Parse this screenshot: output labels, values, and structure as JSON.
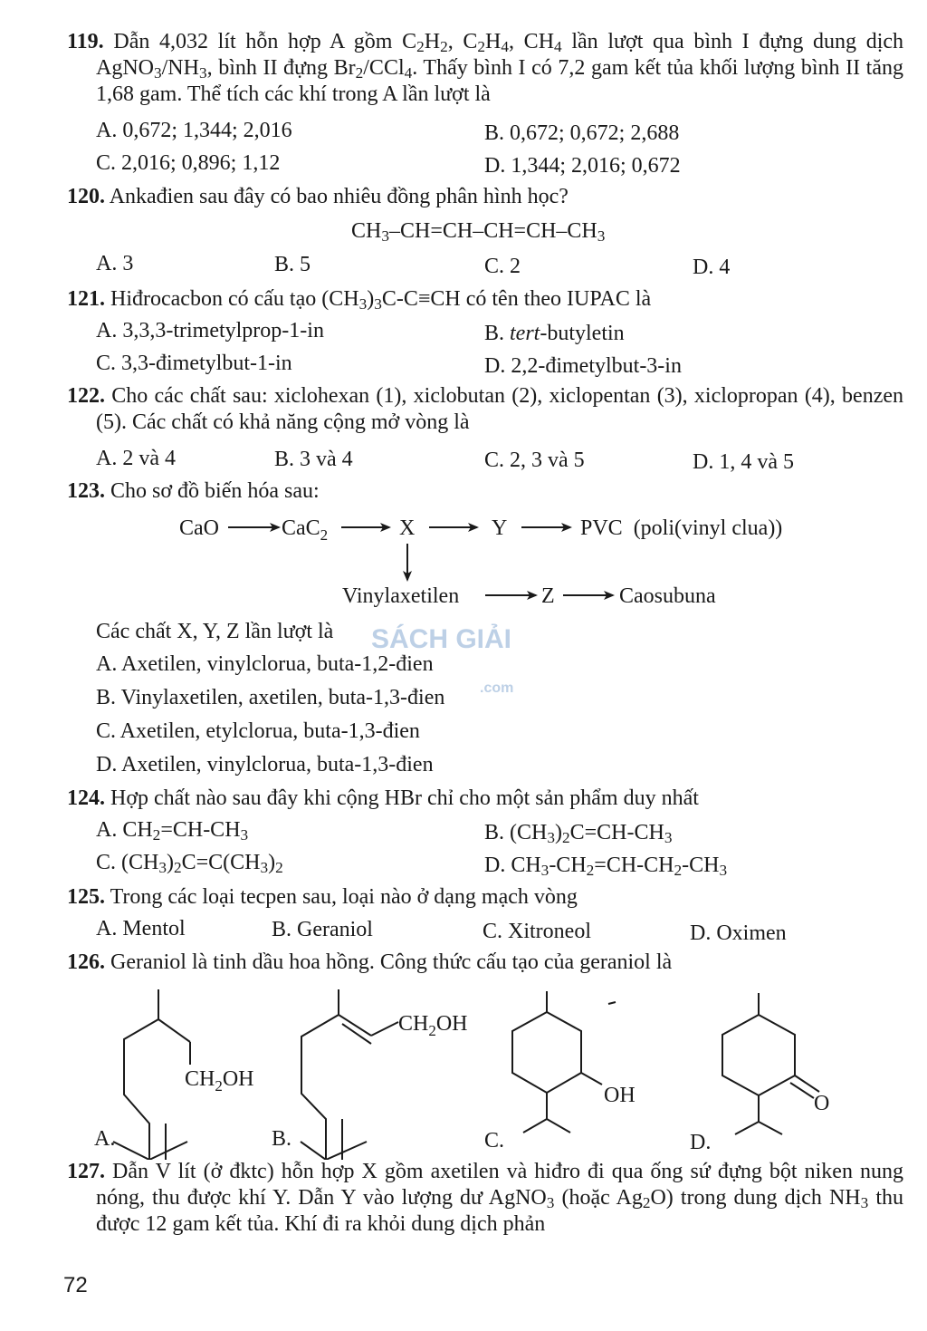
{
  "q119": {
    "num": "119.",
    "text_a": "Dẫn 4,032 lít hỗn hợp A gồm C",
    "sub1": "2",
    "t2": "H",
    "sub2": "2",
    "t3": ", C",
    "sub3": "2",
    "t4": "H",
    "sub4": "4",
    "t5": ", CH",
    "sub5": "4",
    "t6": " lần lượt qua bình I đựng dung dịch AgNO",
    "sub6": "3",
    "t7": "/NH",
    "sub7": "3",
    "t8": ", bình II đựng Br",
    "sub8": "2",
    "t9": "/CCl",
    "sub9": "4",
    "t10": ". Thấy bình I có 7,2 gam kết tủa khối lượng bình II tăng 1,68 gam. Thể tích các khí trong A lần lượt là",
    "A": "A. 0,672; 1,344; 2,016",
    "B": "B. 0,672; 0,672; 2,688",
    "C": "C. 2,016; 0,896; 1,12",
    "D": "D. 1,344; 2,016; 0,672"
  },
  "q120": {
    "num": "120.",
    "text": "Ankađien sau đây có bao nhiêu đồng phân hình học?",
    "f1": "CH",
    "s1": "3",
    "f2": "–CH=CH–CH=CH–CH",
    "s2": "3",
    "A": "A. 3",
    "B": "B. 5",
    "C": "C. 2",
    "D": "D. 4"
  },
  "q121": {
    "num": "121.",
    "t1": "Hiđrocacbon có cấu tạo (CH",
    "s1": "3",
    "t2": ")",
    "s2": "3",
    "t3": "C-C≡CH có tên theo IUPAC là",
    "A": "A. 3,3,3-trimetylprop-1-in",
    "B_pre": "B. ",
    "B_it": "tert",
    "B_post": "-butyletin",
    "C": "C. 3,3-đimetylbut-1-in",
    "D": "D. 2,2-đimetylbut-3-in"
  },
  "q122": {
    "num": "122.",
    "text": "Cho các chất sau: xiclohexan (1), xiclobutan (2), xiclopentan (3), xiclopropan (4), benzen (5). Các chất có khả năng cộng mở vòng là",
    "A": "A. 2 và 4",
    "B": "B. 3 và 4",
    "C": "C. 2, 3 và 5",
    "D": "D. 1, 4 và 5"
  },
  "q123": {
    "num": "123.",
    "text": "Cho sơ đồ biến hóa sau:",
    "scheme": {
      "cao": "CaO",
      "cac2": "CaC",
      "cac2_sub": "2",
      "x": "X",
      "y": "Y",
      "pvc": "PVC  (poli(vinyl clua))",
      "vinyl": "Vinylaxetilen",
      "z": "Z",
      "caosu": "Caosubuna"
    },
    "ask": "Các chất X, Y, Z lần lượt là",
    "A": "A. Axetilen, vinylclorua, buta-1,2-đien",
    "B": "B. Vinylaxetilen, axetilen, buta-1,3-đien",
    "C": "C. Axetilen, etylclorua, buta-1,3-đien",
    "D": "D. Axetilen, vinylclorua, buta-1,3-đien"
  },
  "q124": {
    "num": "124.",
    "text": "Hợp chất nào sau đây khi cộng HBr chỉ cho một sản phẩm duy nhất",
    "A1": "A. CH",
    "As1": "2",
    "A2": "=CH-CH",
    "As2": "3",
    "B1": "B. (CH",
    "Bs1": "3",
    "B2": ")",
    "Bs2": "2",
    "B3": "C=CH-CH",
    "Bs3": "3",
    "C1": "C. (CH",
    "Cs1": "3",
    "C2": ")",
    "Cs2": "2",
    "C3": "C=C(CH",
    "Cs3": "3",
    "C4": ")",
    "Cs4": "2",
    "D1": "D. CH",
    "Ds1": "3",
    "D2": "-CH",
    "Ds2": "2",
    "D3": "=CH-CH",
    "Ds3": "2",
    "D4": "-CH",
    "Ds4": "3"
  },
  "q125": {
    "num": "125.",
    "text": "Trong các loại tecpen sau, loại nào ở dạng mạch vòng",
    "A": "A. Mentol",
    "B": "B. Geraniol",
    "C": "C. Xitroneol",
    "D": "D. Oximen"
  },
  "q126": {
    "num": "126.",
    "text": "Geraniol là tinh dầu hoa hồng. Công thức cấu tạo của geraniol là",
    "ch2oh": "CH",
    "ch2oh_sub": "2",
    "ch2oh_end": "OH",
    "oh": "OH",
    "o": "O",
    "A": "A.",
    "B": "B.",
    "C": "C.",
    "D": "D."
  },
  "q127": {
    "num": "127.",
    "t1": "Dẫn V lít (ở đktc) hỗn hợp X gồm axetilen và hiđro đi qua ống sứ đựng bột niken nung nóng, thu được khí Y. Dẫn Y vào lượng dư AgNO",
    "s1": "3",
    "t2": " (hoặc Ag",
    "s2": "2",
    "t3": "O) trong dung dịch NH",
    "s3": "3",
    "t4": " thu được 12 gam kết tủa. Khí đi ra khỏi dung dịch phản"
  },
  "watermark": {
    "line1": "SÁCH GIẢI",
    "line2": ".com"
  },
  "page_number": "72"
}
